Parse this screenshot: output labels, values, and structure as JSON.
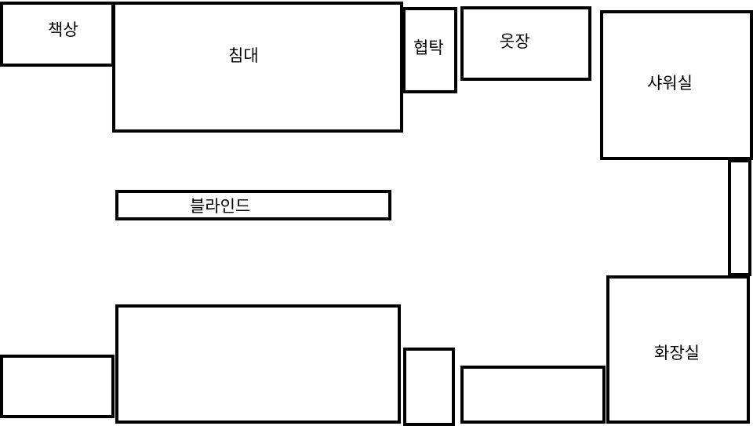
{
  "floor_plan": {
    "desk": "책상",
    "bed": "침대",
    "side_table": "협탁",
    "wardrobe": "옷장",
    "shower_room": "샤워실",
    "blind": "블라인드",
    "restroom": "화장실"
  }
}
